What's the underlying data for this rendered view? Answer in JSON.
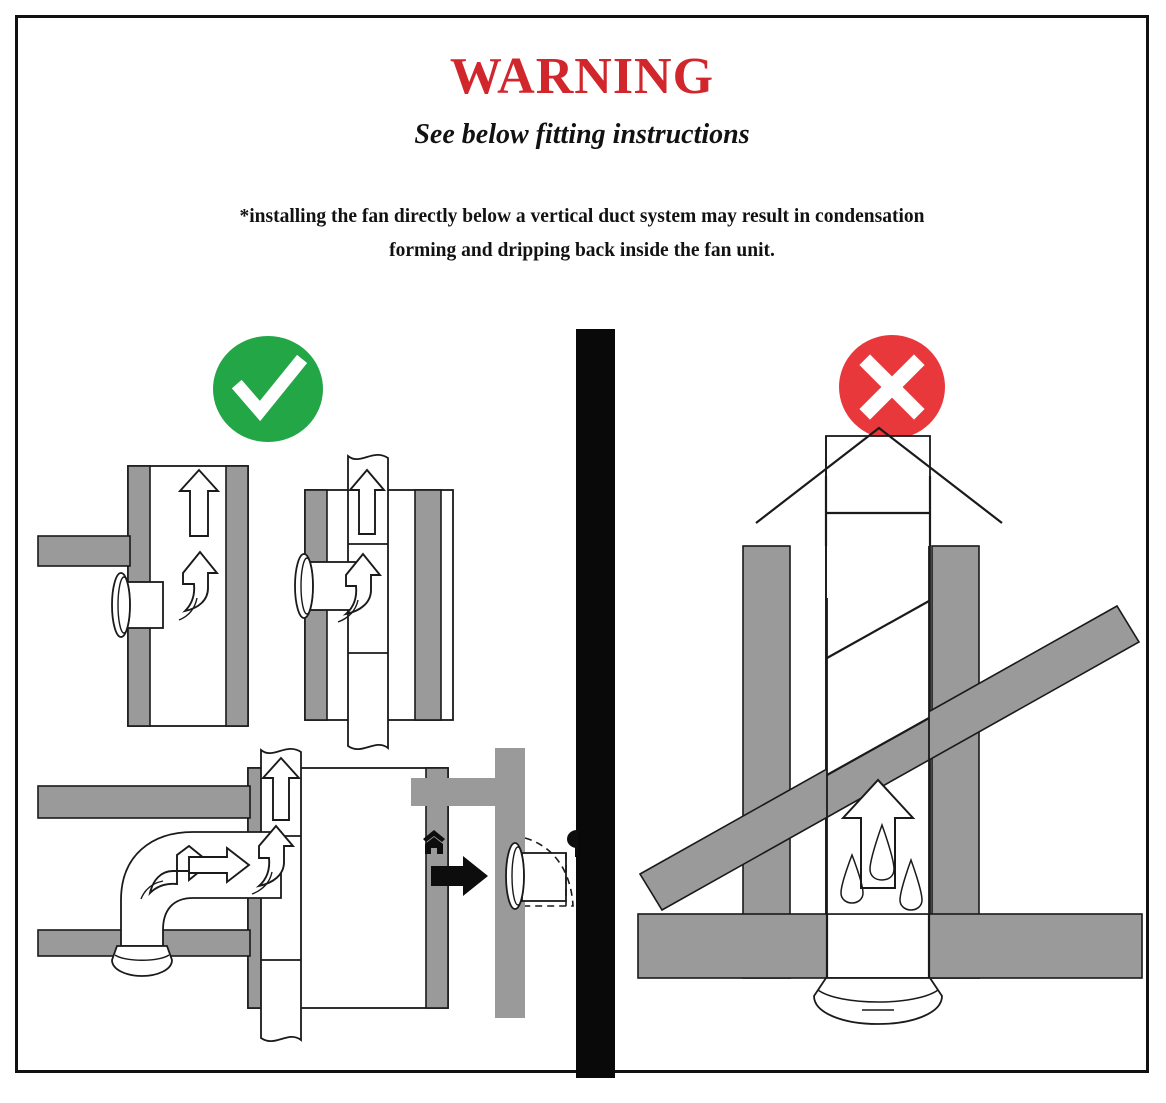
{
  "document": {
    "kind": "warning-notice",
    "title": "WARNING",
    "subtitle": "See below fitting instructions",
    "note_lines": [
      "*installing the fan directly below a vertical duct system may result in condensation",
      "forming and dripping back inside the fan unit."
    ]
  },
  "colors": {
    "warning_red": "#d1262c",
    "approved_green": "#22a646",
    "forbidden_red": "#e8383c",
    "masonry_gray": "#9a9a9a",
    "outline_black": "#1a1a1a",
    "divider_black": "#090909",
    "paper_white": "#ffffff"
  },
  "panels": {
    "approved": {
      "badge": "check-mark",
      "badge_label": "approved",
      "badge_color": "#22a646",
      "figures": [
        {
          "id": "fig-wall-vertical-riser",
          "caption": "fan on wall beside vertical riser duct",
          "arrows": [
            "straight-up",
            "curved-up"
          ]
        },
        {
          "id": "fig-wall-duct-through-wall",
          "caption": "fan on wall with duct rising through structure",
          "arrows": [
            "straight-up",
            "curved-up"
          ]
        },
        {
          "id": "fig-ceiling-elbow-to-riser",
          "caption": "ceiling fan with elbow duct into vertical riser",
          "arrows": [
            "curved-right",
            "straight-right",
            "curved-up",
            "straight-up"
          ]
        },
        {
          "id": "fig-through-wall-direct",
          "caption": "fan discharging directly through outside wall",
          "arrows": [
            "solid-right"
          ],
          "icons": [
            "house-icon",
            "tree-icon"
          ]
        }
      ]
    },
    "forbidden": {
      "badge": "cross-mark",
      "badge_label": "not allowed",
      "badge_color": "#e8383c",
      "figures": [
        {
          "id": "fig-fan-below-vertical-duct",
          "caption": "fan fitted directly below a vertical duct through a pitched roof",
          "arrows": [
            "straight-up"
          ],
          "annotations": [
            "condensation-droplets"
          ],
          "droplet_count": 3,
          "elements": [
            "roof-cowl",
            "pitched-roof",
            "ceiling",
            "ceiling-fan"
          ]
        }
      ]
    }
  }
}
